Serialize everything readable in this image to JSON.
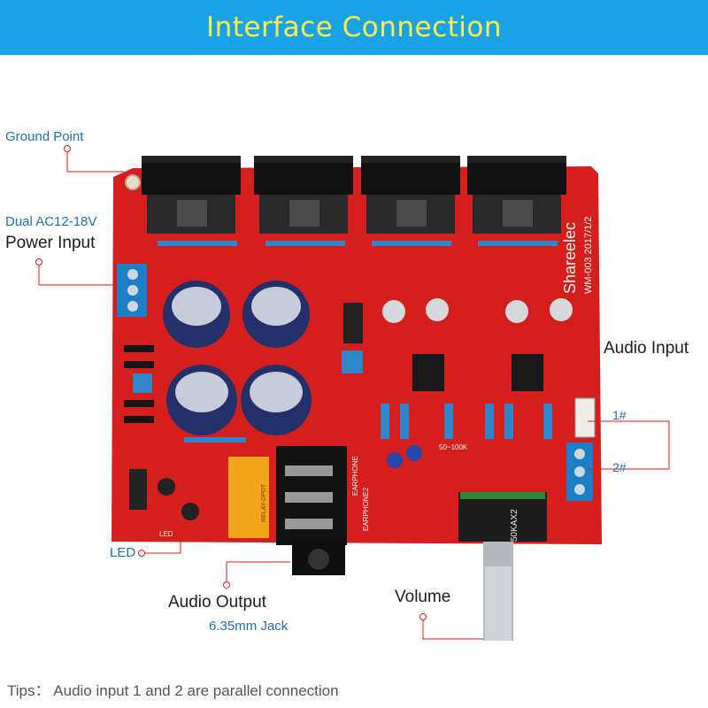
{
  "header": {
    "title": "Interface  Connection",
    "bg_color": "#1aa3e8",
    "text_color": "#ffef4a"
  },
  "labels": {
    "ground_point": "Ground Point",
    "dual_voltage": "Dual AC12-18V",
    "power_input": "Power Input",
    "led": "LED",
    "audio_output": "Audio Output",
    "jack_size": "6.35mm Jack",
    "volume": "Volume",
    "audio_input": "Audio Input",
    "input_1": "1#",
    "input_2": "2#"
  },
  "board": {
    "pcb_color": "#d41f1c",
    "brand": "Shareelec",
    "model": "WM-003 2017/1/2",
    "silkscreen": {
      "earphone": "EARPHONE",
      "earphone2": "EARPHONE2",
      "relay": "RELAY-DPDT",
      "pot": "50KAX2",
      "pot_range": "50~100K",
      "led": "LED"
    }
  },
  "tips": "Tips： Audio input 1 and 2 are parallel connection"
}
